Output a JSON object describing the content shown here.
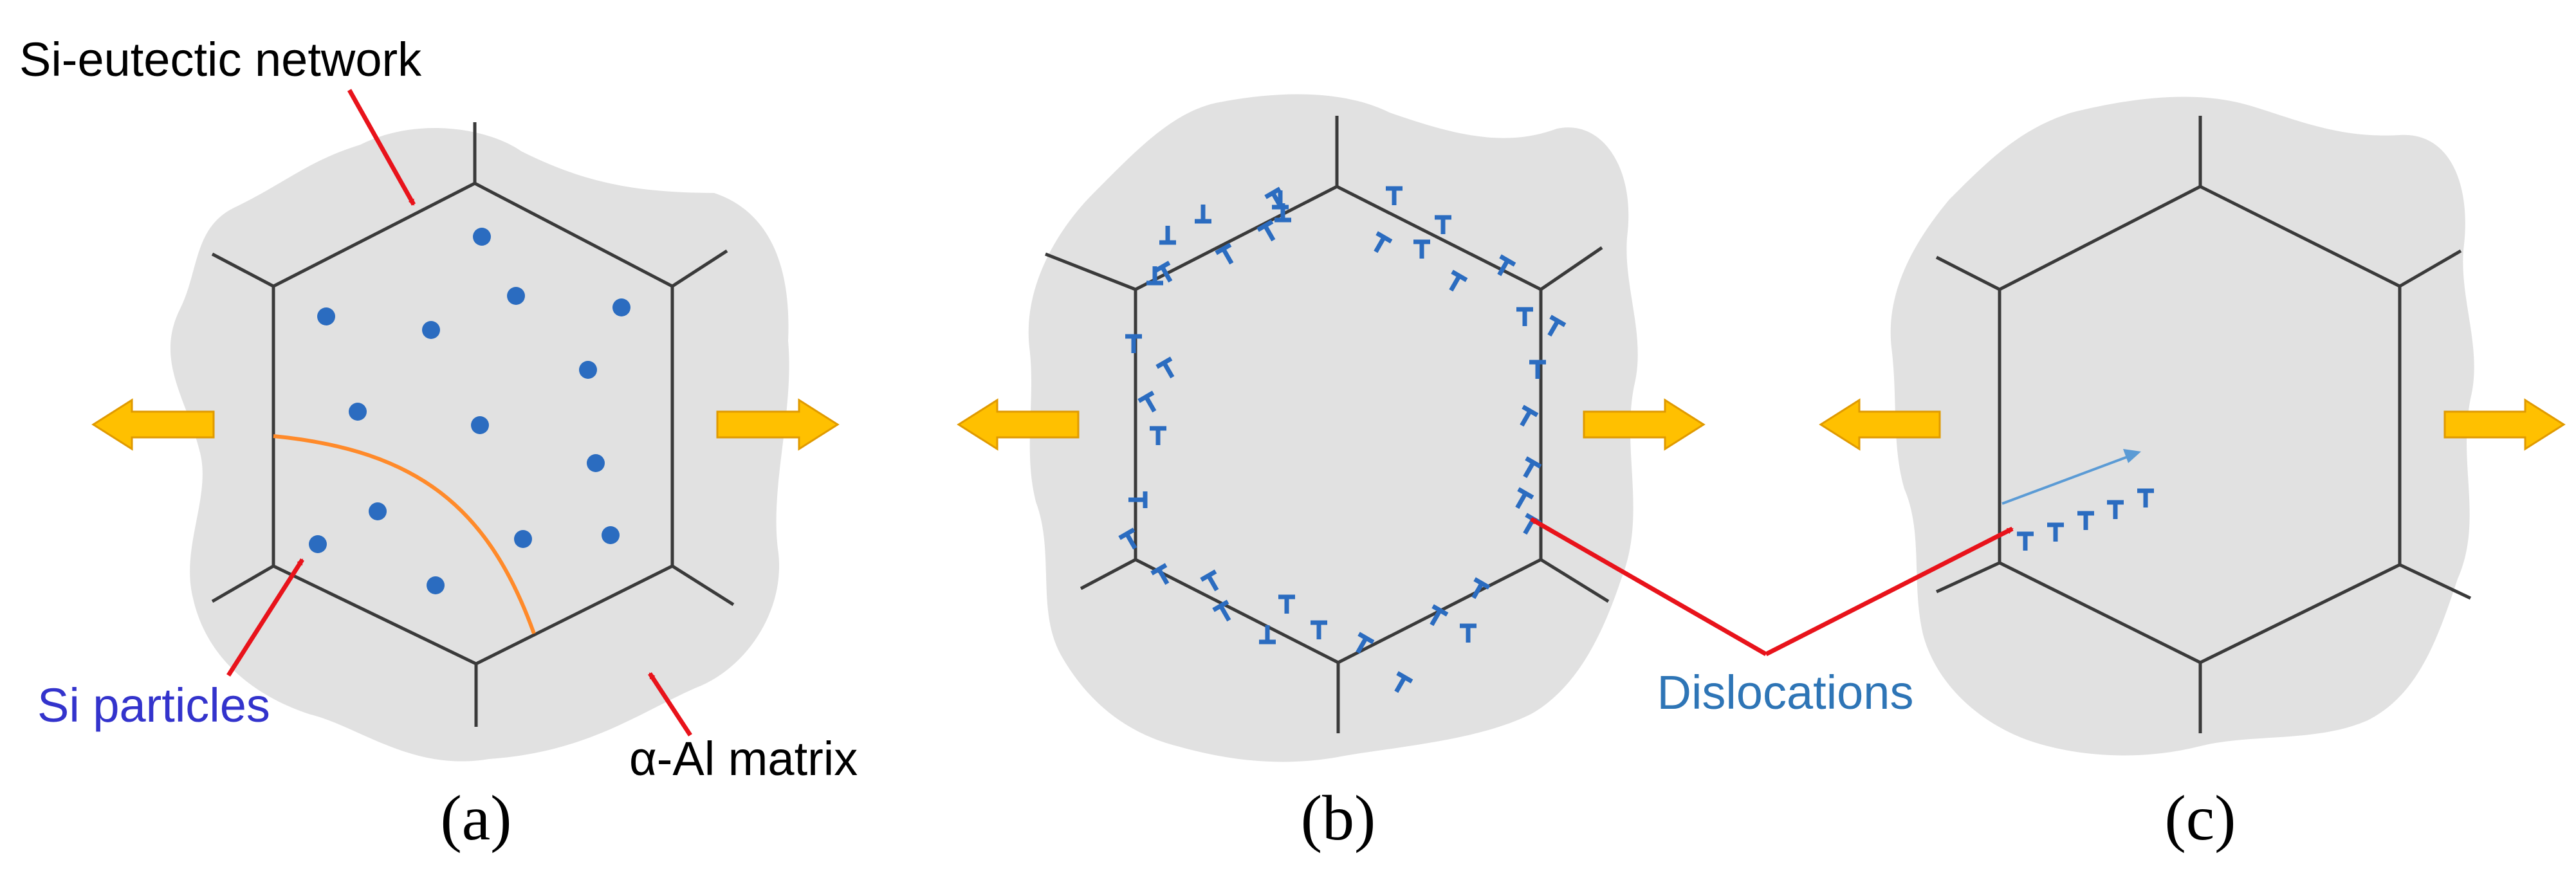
{
  "labels": {
    "si_eutectic": "Si-eutectic network",
    "si_particles": "Si particles",
    "matrix": "α-Al matrix",
    "dislocations": "Dislocations"
  },
  "captions": {
    "a": "(a)",
    "b": "(b)",
    "c": "(c)"
  },
  "colors": {
    "grain_fill": "#e1e1e1",
    "boundary": "#3a3a3a",
    "particle": "#2b6cc0",
    "dislocation": "#2b6cc0",
    "pointer": "#e8131b",
    "arrow_fill": "#ffc000",
    "arrow_edge": "#e09a00",
    "crack_line": "#ff8a2a",
    "si_particles_text": "#3333cc",
    "dislocations_text": "#2e75b6",
    "text": "#000000"
  }
}
